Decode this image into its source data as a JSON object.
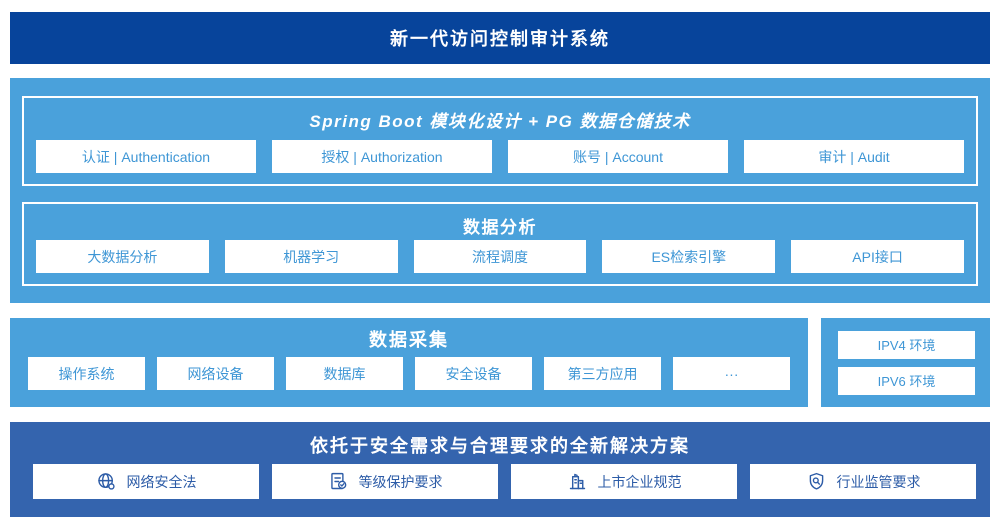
{
  "banner": {
    "title": "新一代访问控制审计系统"
  },
  "architecture": {
    "modules": {
      "title": "Spring Boot 模块化设计 + PG 数据仓储技术",
      "items": [
        "认证 | Authentication",
        "授权 | Authorization",
        "账号 | Account",
        "审计 | Audit"
      ]
    },
    "analysis": {
      "title": "数据分析",
      "items": [
        "大数据分析",
        "机器学习",
        "流程调度",
        "ES检索引擎",
        "API接口"
      ]
    }
  },
  "collection": {
    "title": "数据采集",
    "items": [
      "操作系统",
      "网络设备",
      "数据库",
      "安全设备",
      "第三方应用",
      "···"
    ]
  },
  "network_environments": {
    "items": [
      "IPV4 环境",
      "IPV6 环境"
    ]
  },
  "solution": {
    "title": "依托于安全需求与合理要求的全新解决方案",
    "items": [
      {
        "icon": "globe-icon",
        "label": "网络安全法"
      },
      {
        "icon": "document-check-icon",
        "label": "等级保护要求"
      },
      {
        "icon": "building-icon",
        "label": "上市企业规范"
      },
      {
        "icon": "shield-search-icon",
        "label": "行业监管要求"
      }
    ]
  },
  "colors": {
    "banner": "#07449B",
    "light": "#4AA1DB",
    "solution": "#3464AE",
    "chip-text": "#3E96D5",
    "solution-text": "#2D5CA7"
  }
}
